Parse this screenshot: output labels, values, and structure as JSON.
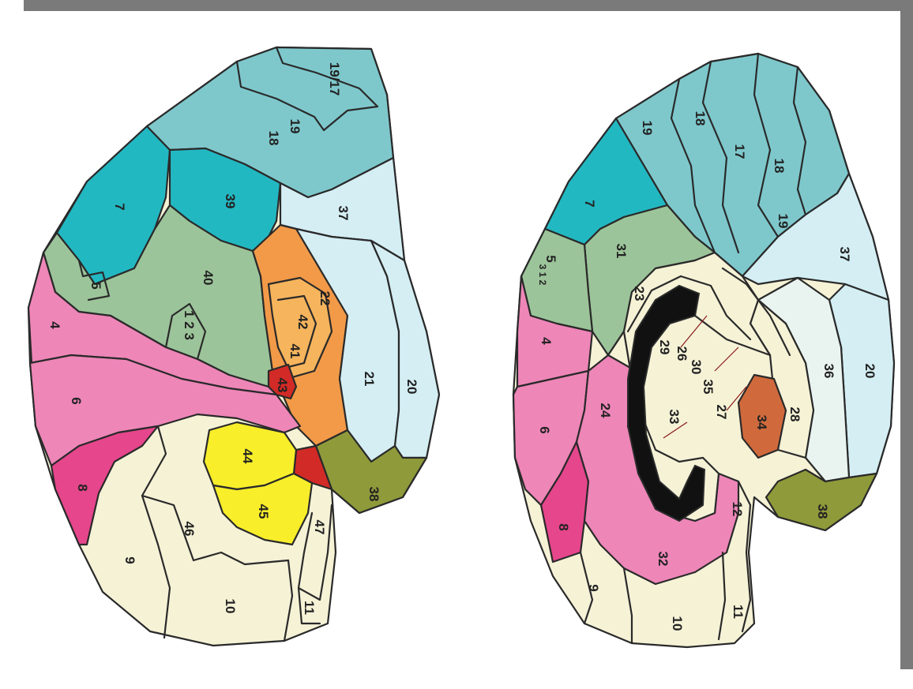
{
  "figure": {
    "panels": [
      {
        "name": "lateral",
        "labels": [
          "19/17",
          "18",
          "19",
          "7",
          "39",
          "37",
          "40",
          "1 2 3",
          "5",
          "4",
          "22",
          "42",
          "41",
          "43",
          "21",
          "20",
          "6",
          "44",
          "45",
          "38",
          "8",
          "46",
          "9",
          "10",
          "11",
          "47"
        ]
      },
      {
        "name": "medial",
        "labels": [
          "19",
          "18",
          "17",
          "18",
          "19",
          "37",
          "7",
          "31",
          "5",
          "3 1 2",
          "4",
          "23",
          "29",
          "26",
          "30",
          "35",
          "27",
          "33",
          "34",
          "28",
          "36",
          "20",
          "6",
          "24",
          "8",
          "32",
          "38",
          "12",
          "9",
          "10",
          "11"
        ]
      }
    ],
    "colors": {
      "teal_light": "#7ec8cc",
      "teal_dark": "#22b8c2",
      "pale_cyan": "#d4eef4",
      "sage_green": "#9cc49a",
      "orange": "#f29a48",
      "light_orange": "#f6b45c",
      "pink": "#ee86b8",
      "hot_pink": "#e6468c",
      "cream": "#f5f2d6",
      "yellow": "#f8ee2a",
      "red": "#d22a26",
      "olive": "#8f9a3a",
      "rust": "#d06a3c",
      "black": "#111111",
      "frame_gray": "#7a7a7a"
    }
  }
}
